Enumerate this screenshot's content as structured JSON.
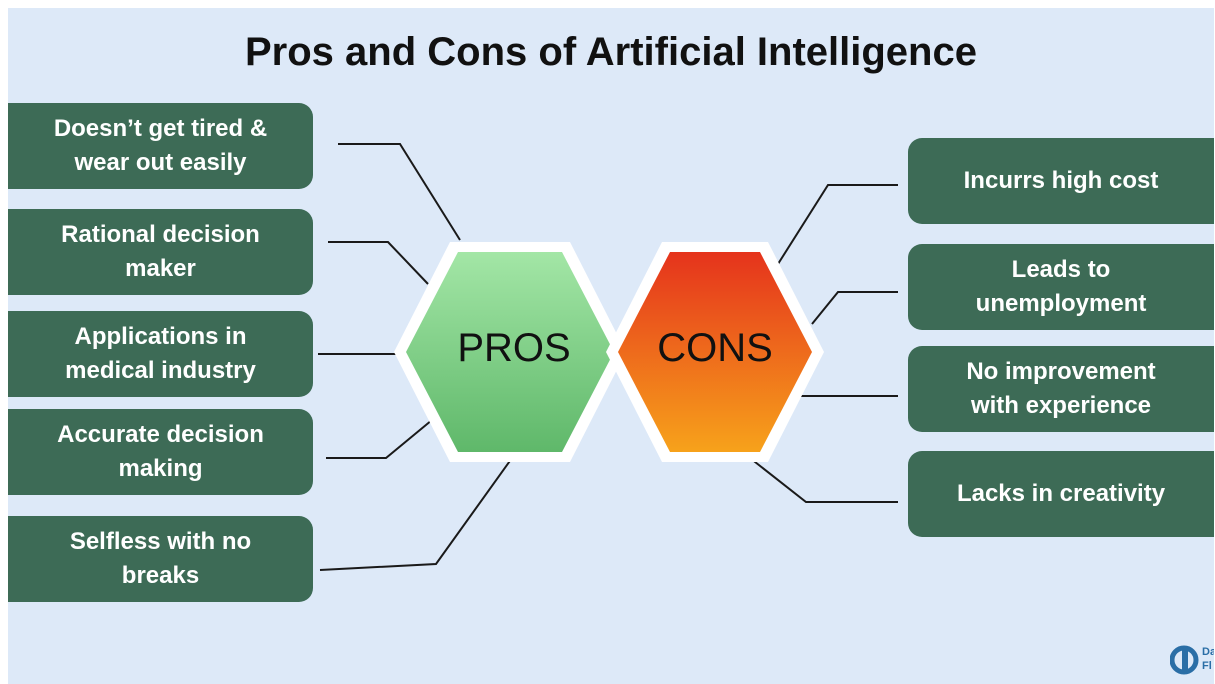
{
  "title": "Pros and Cons of Artificial Intelligence",
  "pros": {
    "label": "PROS",
    "items": [
      {
        "line1": "Doesn’t get tired &",
        "line2": "wear out easily"
      },
      {
        "line1": "Rational decision",
        "line2": "maker"
      },
      {
        "line1": "Applications in",
        "line2": "medical industry"
      },
      {
        "line1": "Accurate decision",
        "line2": "making"
      },
      {
        "line1": "Selfless with no",
        "line2": "breaks"
      }
    ]
  },
  "cons": {
    "label": "CONS",
    "items": [
      {
        "line1": "Incurrs high cost",
        "line2": ""
      },
      {
        "line1": "Leads to",
        "line2": "unemployment"
      },
      {
        "line1": "No improvement",
        "line2": "with experience"
      },
      {
        "line1": "Lacks in creativity",
        "line2": ""
      }
    ]
  },
  "logo": {
    "text1": "Da",
    "text2": "Fl"
  },
  "colors": {
    "box": "#3d6b56",
    "pros_hex_top": "#a3e6a6",
    "pros_hex_bottom": "#5fb86a",
    "cons_hex_top": "#e5331c",
    "cons_hex_bottom": "#f7a21b",
    "background": "#dde9f8"
  }
}
